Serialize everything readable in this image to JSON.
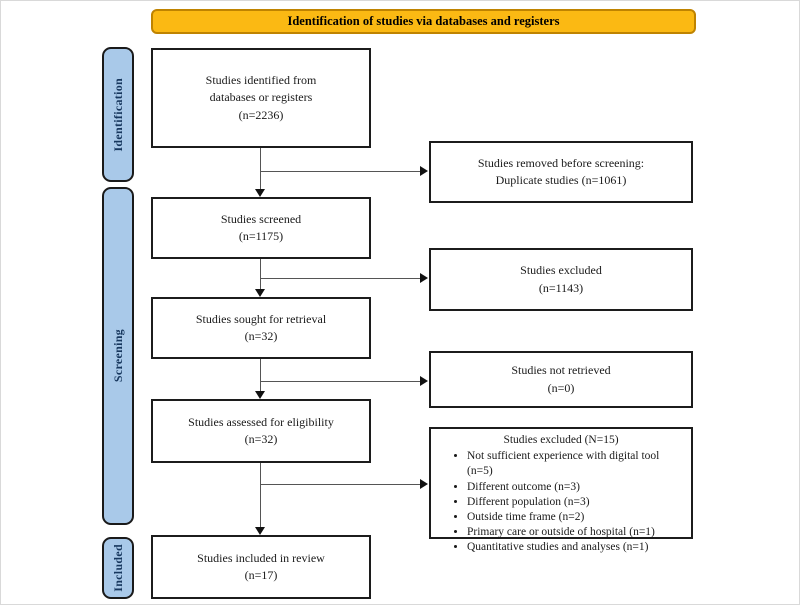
{
  "header": {
    "title": "Identification of studies via databases and registers",
    "bg_color": "#FBB913",
    "border_color": "#BF8300"
  },
  "stages": {
    "identification": "Identification",
    "screening": "Screening",
    "included": "Included",
    "bg_color": "#A9C9E9",
    "label_color": "#17375E"
  },
  "boxes": {
    "identified": "Studies identified from\ndatabases or registers\n(n=2236)",
    "removed_before_screening": "Studies removed before screening:\nDuplicate studies (n=1061)",
    "screened": "Studies screened\n(n=1175)",
    "excluded": "Studies excluded\n(n=1143)",
    "sought_for_retrieval": "Studies sought for retrieval\n(n=32)",
    "not_retrieved": "Studies not retrieved\n(n=0)",
    "assessed_for_eligibility": "Studies assessed for eligibility\n(n=32)",
    "excluded_reasons": {
      "title": "Studies excluded (N=15)",
      "items": [
        "Not sufficient experience with digital tool (n=5)",
        "Different outcome (n=3)",
        "Different population (n=3)",
        "Outside time frame (n=2)",
        "Primary care or outside of hospital (n=1)",
        "Quantitative studies and analyses (n=1)"
      ]
    },
    "included_in_review": "Studies included in review\n(n=17)"
  }
}
